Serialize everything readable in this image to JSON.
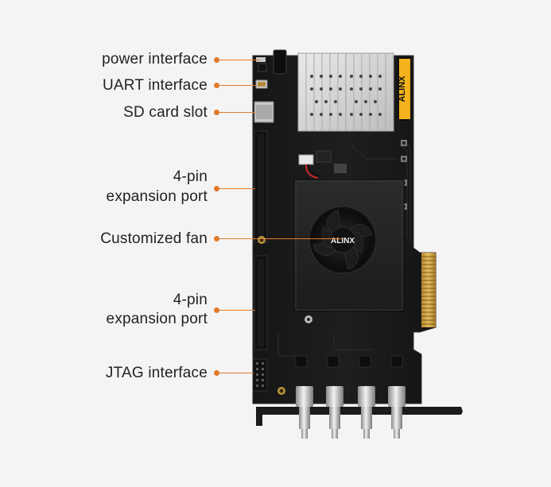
{
  "callouts": {
    "power": "power interface",
    "uart": "UART interface",
    "sd": "SD card slot",
    "exp1_line1": "4-pin",
    "exp1_line2": "expansion port",
    "fan": "Customized fan",
    "exp2_line1": "4-pin",
    "exp2_line2": "expansion port",
    "jtag": "JTAG interface"
  },
  "board": {
    "brand_side": "ALINX",
    "brand_fan": "ALINX"
  },
  "colors": {
    "leader": "#e07a2a",
    "pcb": "#1a1a1a",
    "background": "#f4f4f4"
  }
}
